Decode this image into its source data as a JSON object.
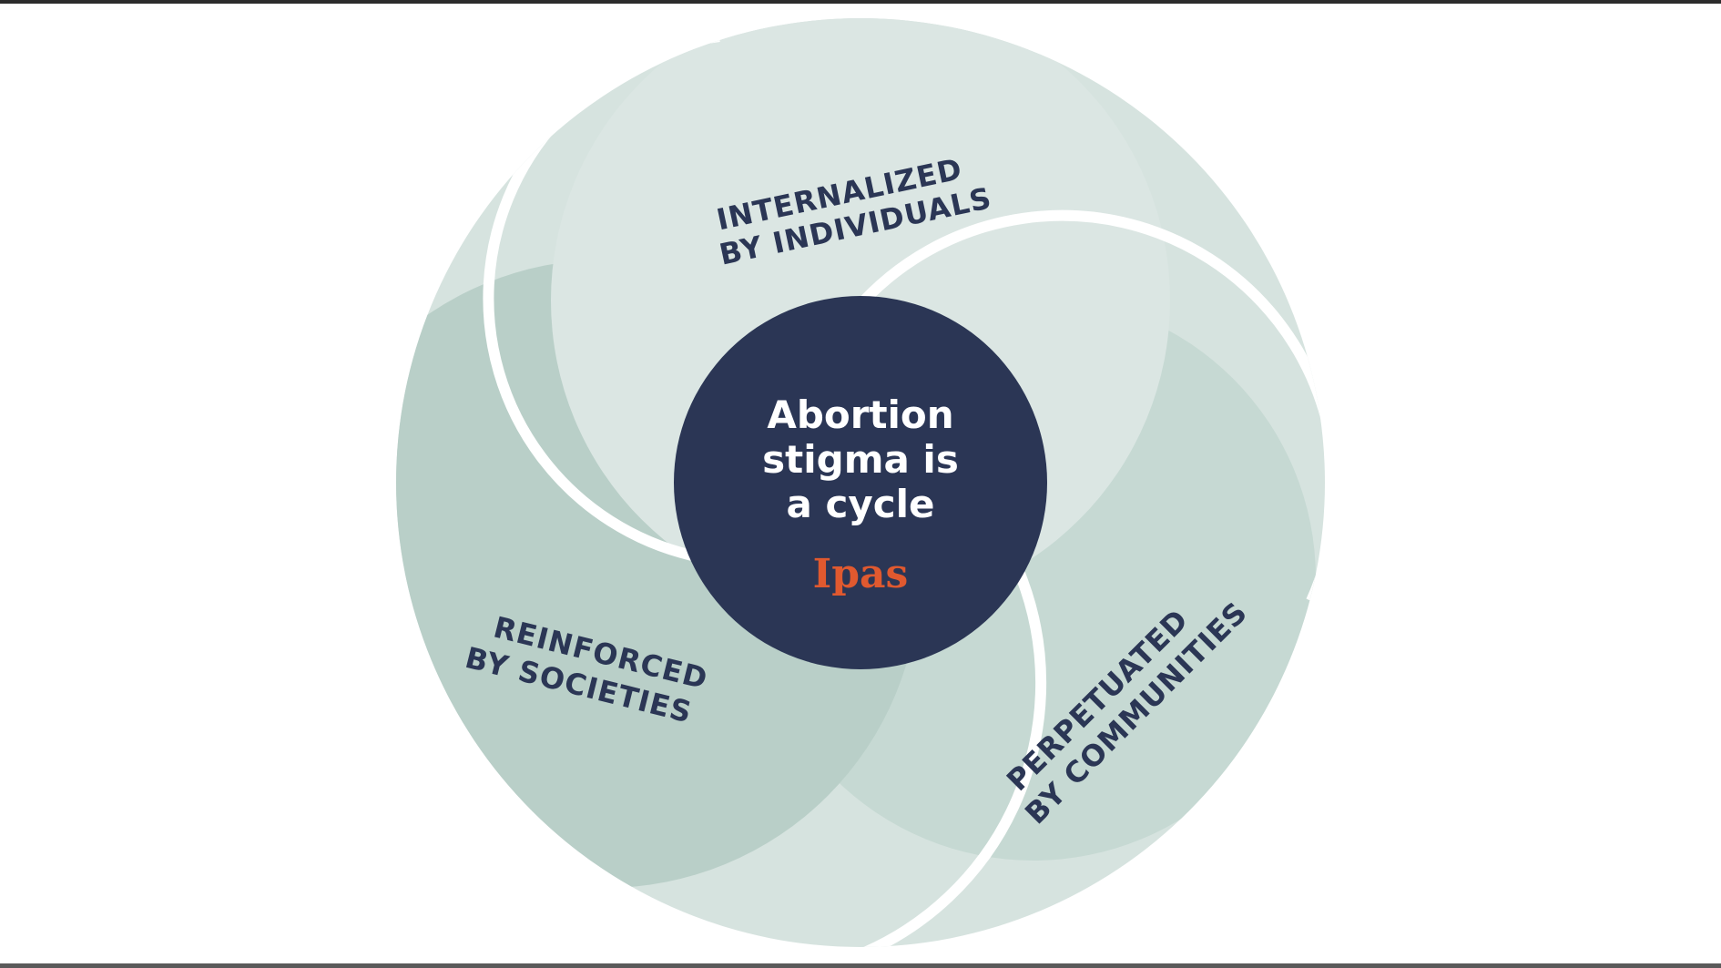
{
  "colors": {
    "background": "#ffffff",
    "center_circle": "#2b3655",
    "center_text": "#ffffff",
    "logo": "#e0592f",
    "label_text": "#2b3655",
    "segment_light": "#d9e5e1",
    "segment_mid": "#c3d7d1",
    "segment_dark": "#b5cdc6",
    "divider": "#ffffff"
  },
  "diagram": {
    "segments": [
      {
        "line1": "INTERNALIZED",
        "line2": "BY INDIVIDUALS"
      },
      {
        "line1": "PERPETUATED",
        "line2": "BY COMMUNITIES"
      },
      {
        "line1": "REINFORCED",
        "line2": "BY SOCIETIES"
      }
    ],
    "center": {
      "title_lines": [
        "Abortion",
        "stigma is",
        "a cycle"
      ],
      "logo": "Ipas"
    }
  }
}
